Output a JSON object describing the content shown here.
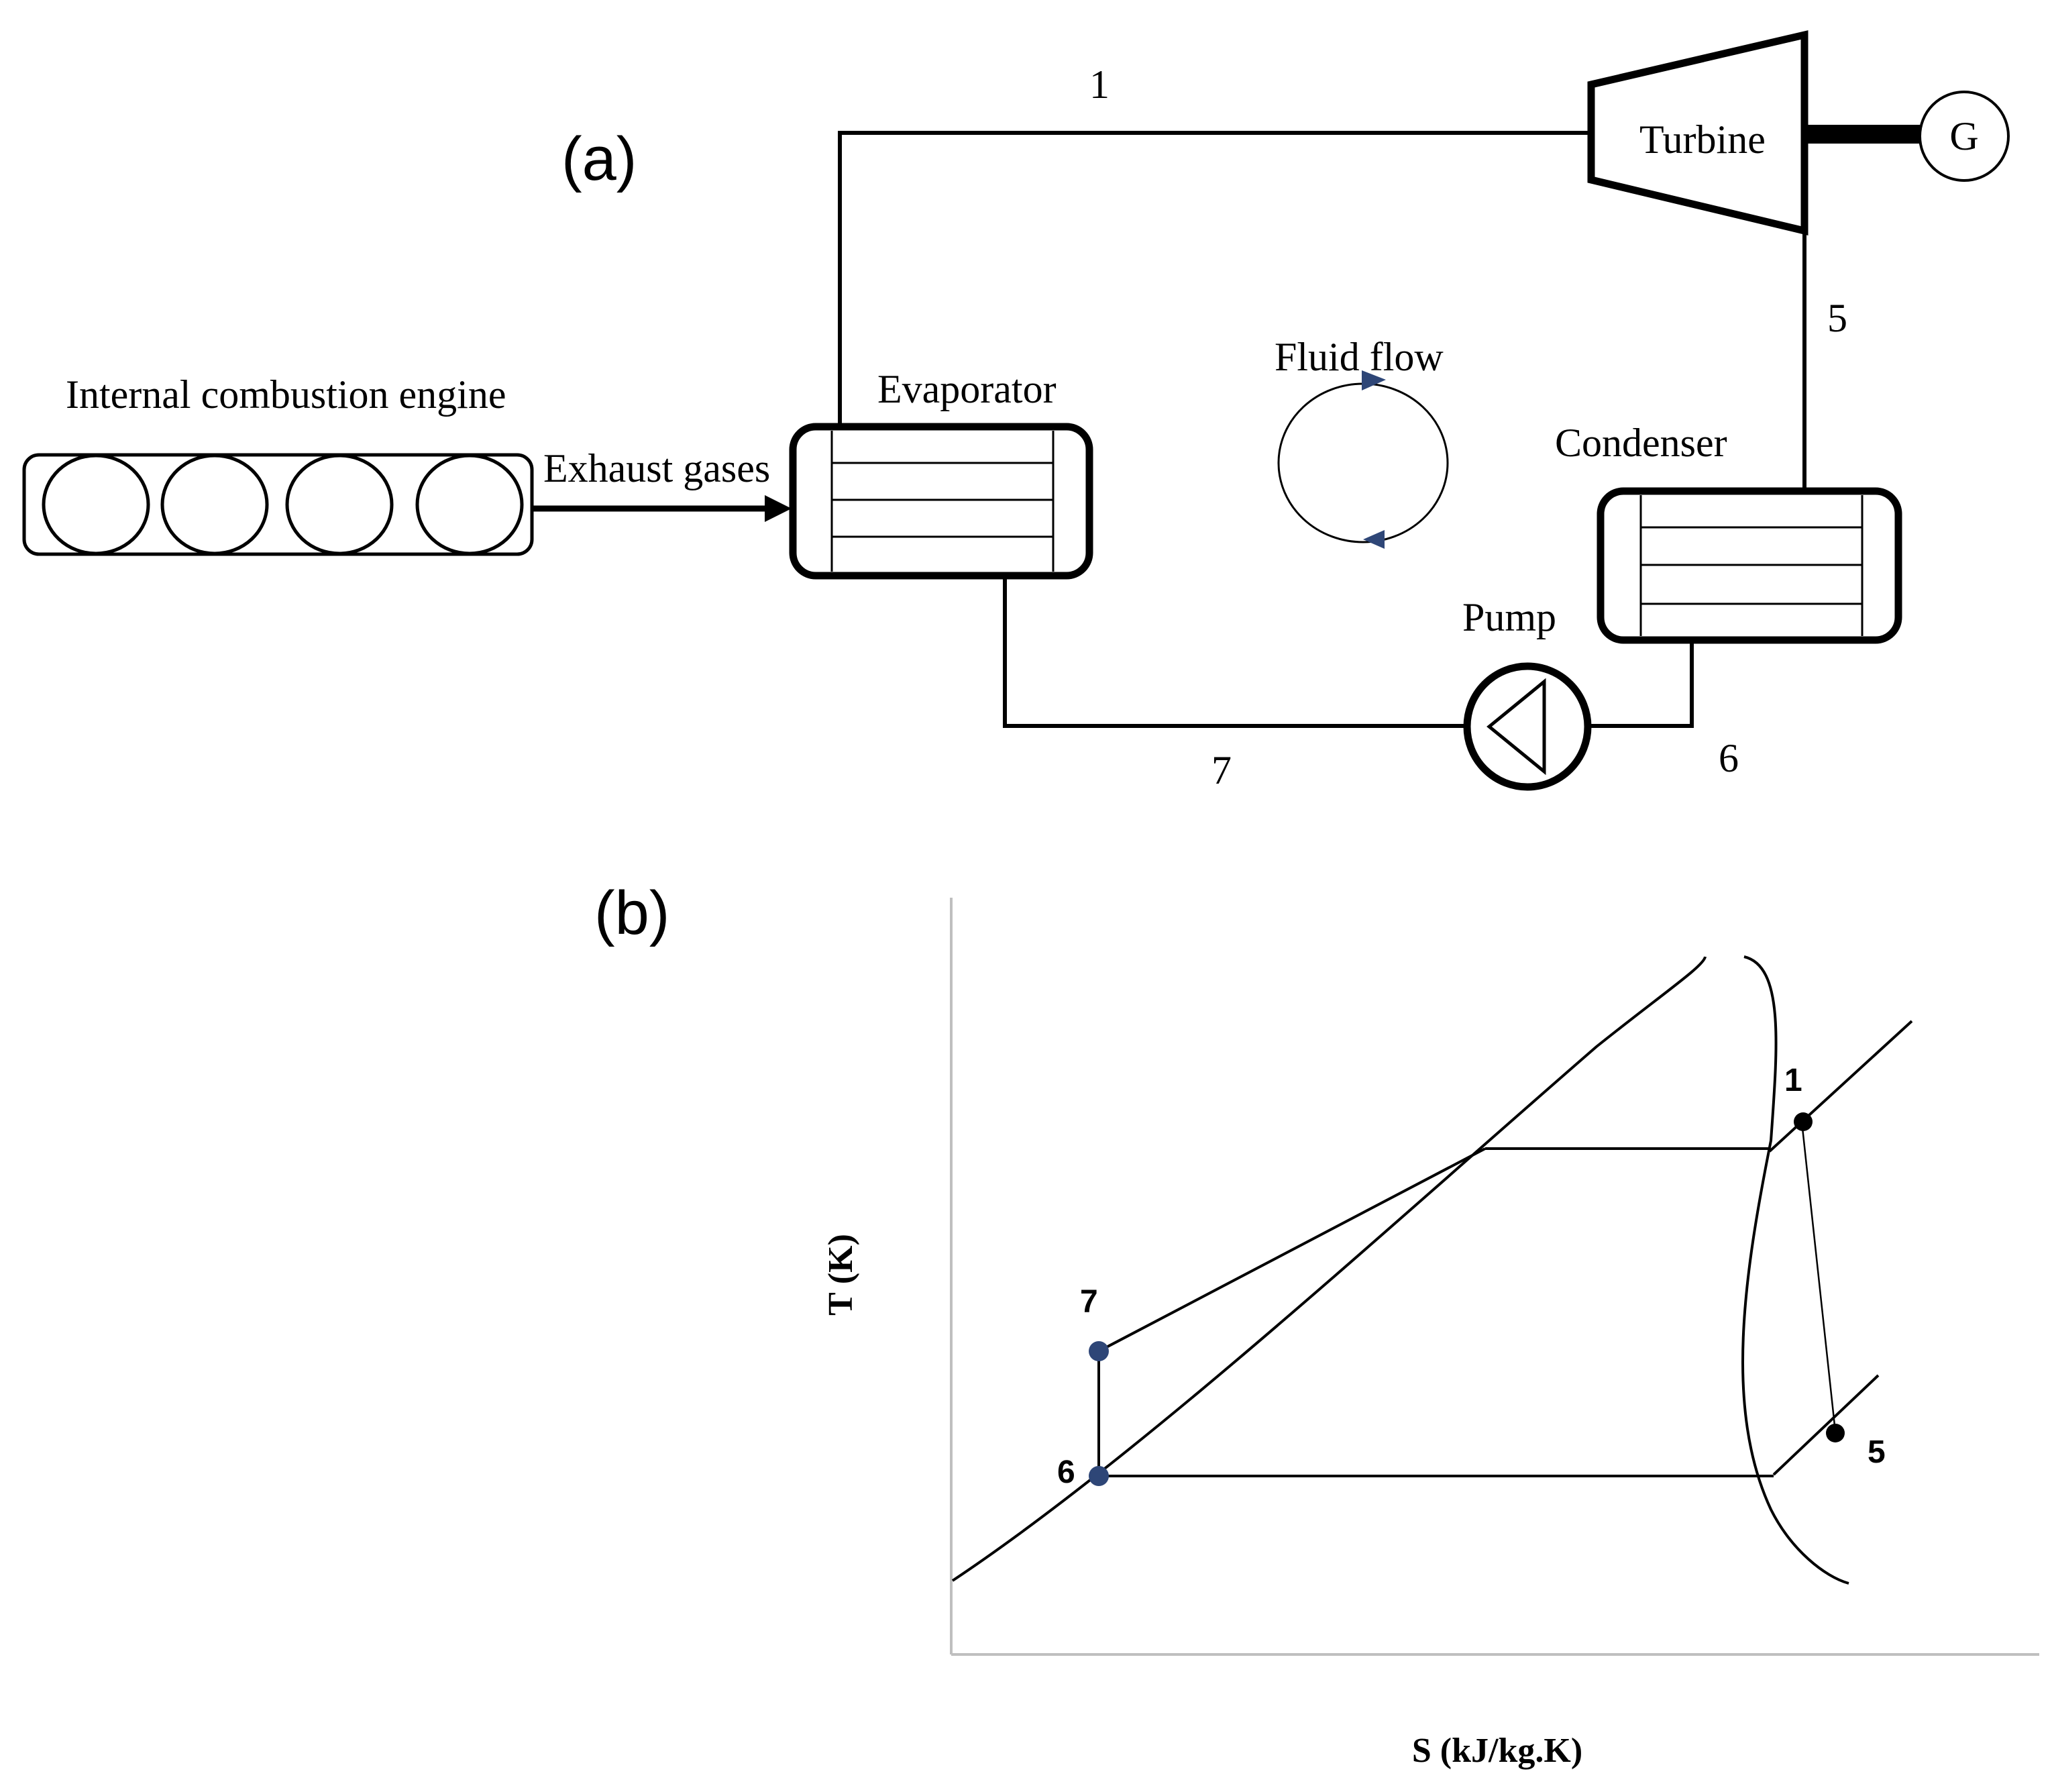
{
  "panel_a": {
    "panel_label": "(a)",
    "engine_label": "Internal combustion engine",
    "exhaust_label": "Exhaust gases",
    "evaporator_label": "Evaporator",
    "turbine_label": "Turbine",
    "generator_label": "G",
    "condenser_label": "Condenser",
    "pump_label": "Pump",
    "fluid_flow_label": "Fluid flow",
    "state_1": "1",
    "state_5": "5",
    "state_6": "6",
    "state_7": "7"
  },
  "panel_b": {
    "panel_label": "(b)",
    "y_axis_label": "T (K)",
    "x_axis_label": "S (kJ/kg.K)",
    "point_1": "1",
    "point_5": "5",
    "point_6": "6",
    "point_7": "7",
    "colors": {
      "pump_points": "#2e4677",
      "turbine_points": "#000000",
      "flow_arrows": "#2e4677"
    }
  }
}
